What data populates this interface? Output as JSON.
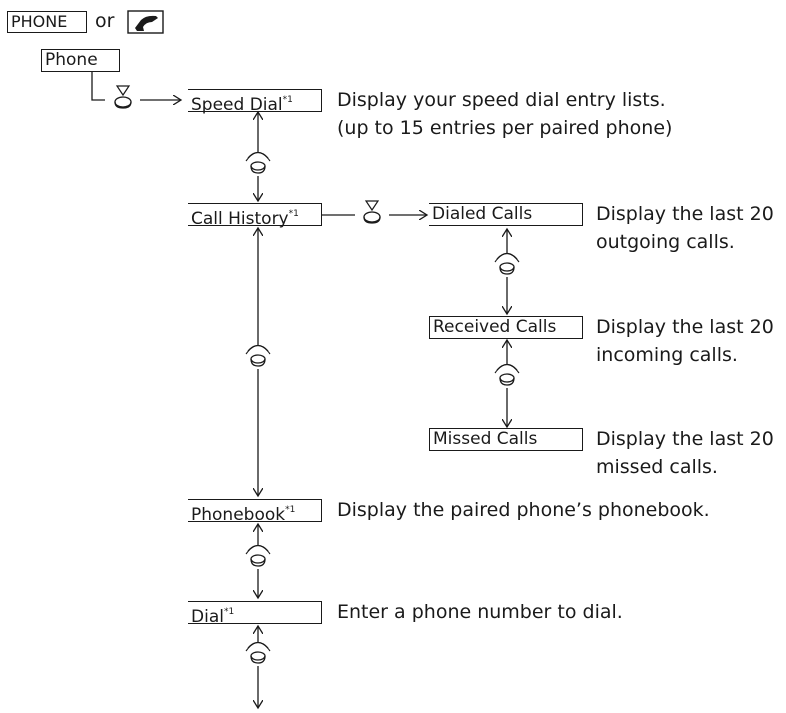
{
  "header": {
    "phone_button": "PHONE",
    "or_text": "or",
    "phone_icon": "phone-handset-icon"
  },
  "root": {
    "label": "Phone"
  },
  "menu": {
    "speed_dial": {
      "label": "Speed Dial",
      "note": "*1",
      "desc_line1": "Display your speed dial entry lists.",
      "desc_line2": "(up to 15 entries per paired phone)"
    },
    "call_history": {
      "label": "Call History",
      "note": "*1"
    },
    "phonebook": {
      "label": "Phonebook",
      "note": "*1",
      "desc_line1": "Display the paired phone’s phonebook."
    },
    "dial": {
      "label": "Dial",
      "note": "*1",
      "desc_line1": "Enter a phone number to dial."
    }
  },
  "submenu": {
    "dialed": {
      "label": "Dialed Calls",
      "desc_line1": "Display the last 20",
      "desc_line2": "outgoing calls."
    },
    "received": {
      "label": "Received Calls",
      "desc_line1": "Display the last 20",
      "desc_line2": "incoming calls."
    },
    "missed": {
      "label": "Missed Calls",
      "desc_line1": "Display the last 20",
      "desc_line2": "missed calls."
    }
  },
  "icons": {
    "press": "press-selector-icon",
    "rotate": "rotate-knob-icon"
  }
}
